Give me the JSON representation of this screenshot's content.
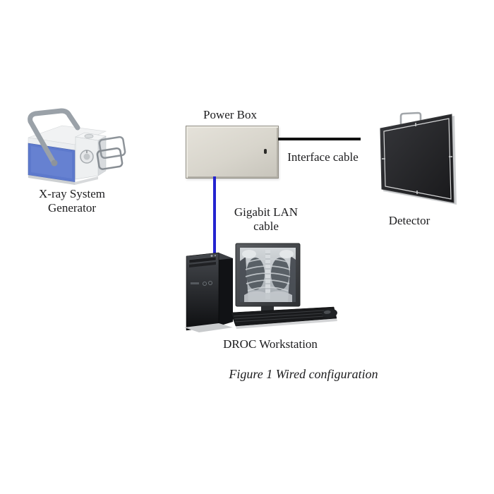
{
  "figure_caption": "Figure 1 Wired configuration",
  "components": {
    "generator": {
      "label_line1": "X-ray System",
      "label_line2": "Generator",
      "image": "portable-xray-generator-photo"
    },
    "power_box": {
      "label": "Power Box",
      "image": "power-box-photo"
    },
    "detector": {
      "label": "Detector",
      "image": "flat-panel-detector-photo"
    },
    "workstation": {
      "label": "DROC Workstation",
      "image": "desktop-pc-with-chest-xray-photo"
    }
  },
  "connections": [
    {
      "from": "power_box",
      "to": "detector",
      "label": "Interface cable",
      "color": "#111111",
      "orientation": "horizontal"
    },
    {
      "from": "power_box",
      "to": "workstation",
      "label": "Gigabit LAN cable",
      "color": "#2424d0",
      "orientation": "vertical"
    }
  ],
  "colors": {
    "page_background": "#ffffff",
    "label_text": "#1c1c1e",
    "lan_cable_blue": "#2424d0",
    "interface_cable_black": "#111111",
    "power_box_beige": "#d8d5cc",
    "detector_panel_black": "#202022",
    "generator_body_blue": "#5d79cc"
  }
}
